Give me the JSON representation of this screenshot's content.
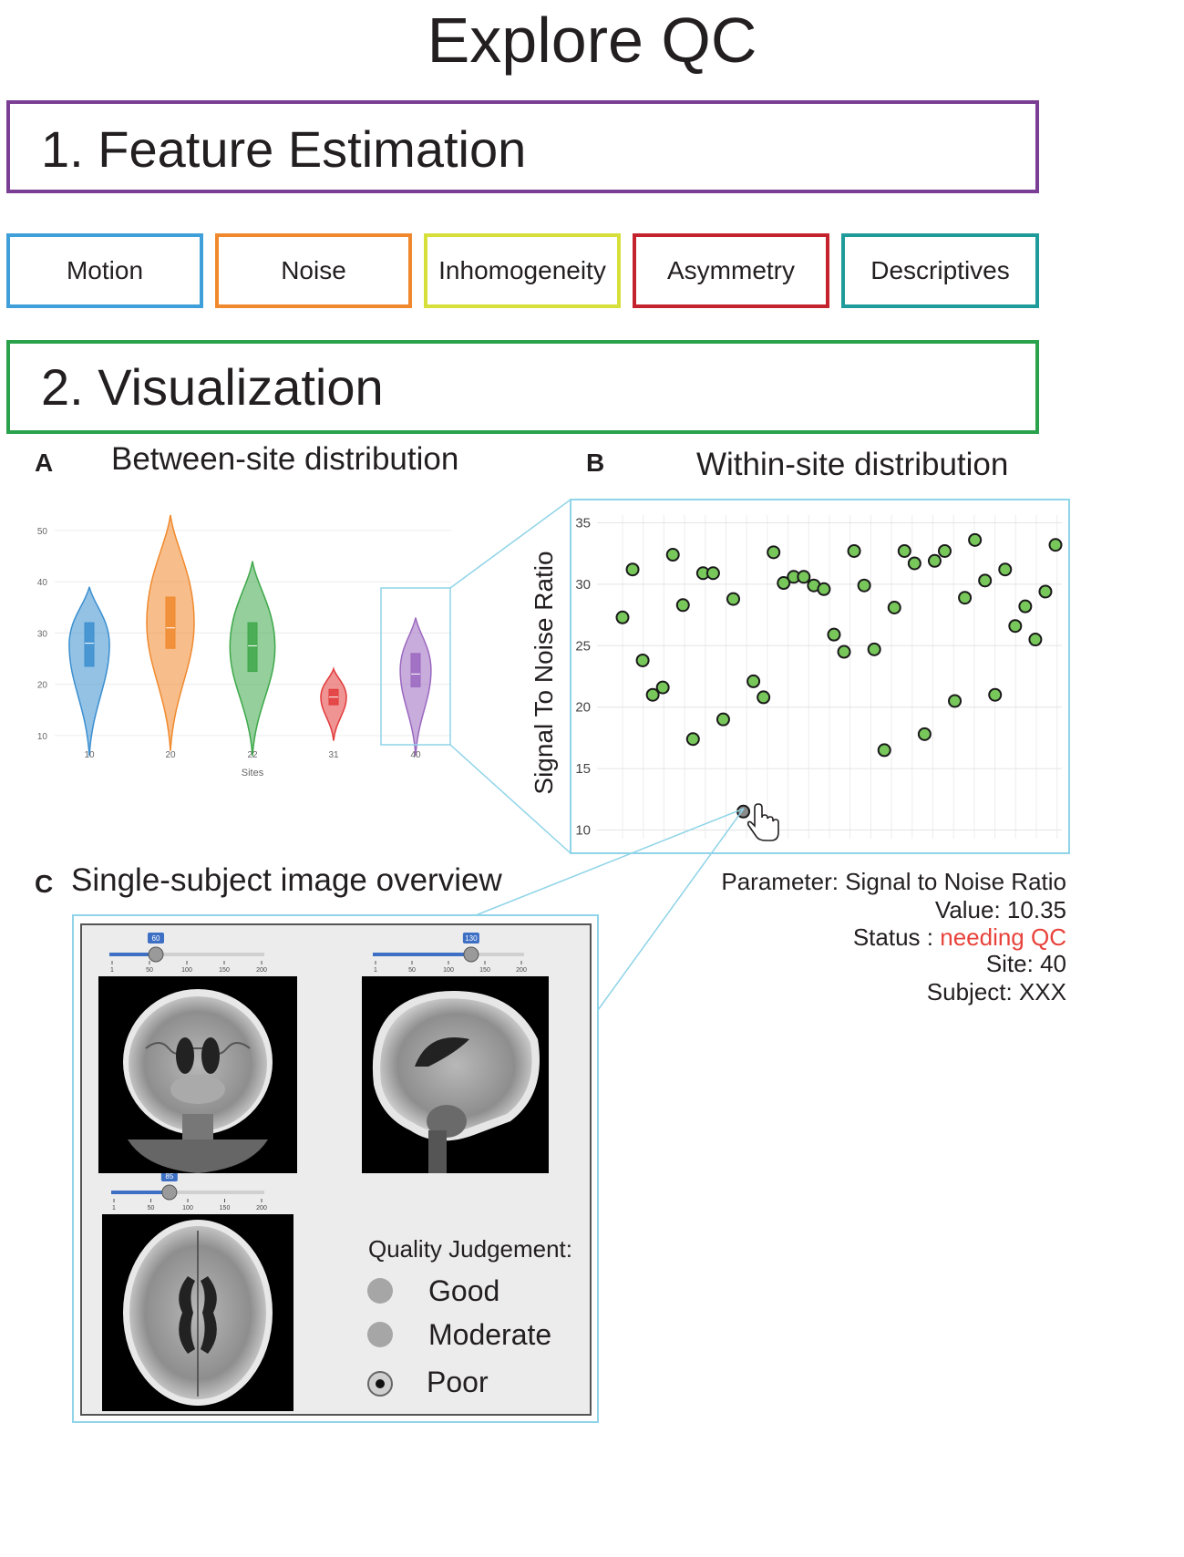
{
  "title": "Explore QC",
  "sections": {
    "feature_estimation": "1. Feature Estimation",
    "visualization": "2. Visualization"
  },
  "features": [
    {
      "label": "Motion",
      "color": "#3f9fd8"
    },
    {
      "label": "Noise",
      "color": "#f0892d"
    },
    {
      "label": "Inhomogeneity",
      "color": "#d7df3a"
    },
    {
      "label": "Asymmetry",
      "color": "#c4232d"
    },
    {
      "label": "Descriptives",
      "color": "#1f9b9b"
    }
  ],
  "panels": {
    "a": {
      "letter": "A",
      "title": "Between-site distribution"
    },
    "b": {
      "letter": "B",
      "title": "Within-site distribution"
    },
    "c": {
      "letter": "C",
      "title": "Single-subject image overview"
    }
  },
  "info": {
    "parameter": "Parameter: Signal to Noise Ratio",
    "value": "Value: 10.35",
    "status_prefix": "Status : ",
    "status_value": "needing QC",
    "status_color": "#e8423b",
    "site": "Site: 40",
    "subject": "Subject: XXX"
  },
  "quality": {
    "label": "Quality Judgement:",
    "options": [
      "Good",
      "Moderate",
      "Poor"
    ],
    "selected": "Poor"
  },
  "sliders": [
    {
      "value": "60",
      "ticks": [
        "1",
        "50",
        "100",
        "150",
        "200"
      ],
      "fraction": 0.3
    },
    {
      "value": "130",
      "ticks": [
        "1",
        "50",
        "100",
        "150",
        "200"
      ],
      "fraction": 0.65
    },
    {
      "value": "85",
      "ticks": [
        "1",
        "50",
        "100",
        "150",
        "200"
      ],
      "fraction": 0.38
    }
  ],
  "chart_data": [
    {
      "type": "violin",
      "xlabel": "Sites",
      "ylabel": "",
      "ylim": [
        5,
        53
      ],
      "yticks": [
        10,
        20,
        30,
        40,
        50
      ],
      "grid": true,
      "categories": [
        "10",
        "20",
        "22",
        "31",
        "40"
      ],
      "colors": [
        "#3b8fd0",
        "#f0892d",
        "#3ea84a",
        "#e23b3b",
        "#9b68c0"
      ],
      "series": [
        {
          "site": "10",
          "min": 6,
          "max": 39,
          "q1": 23.5,
          "median": 28,
          "q3": 32
        },
        {
          "site": "20",
          "min": 7,
          "max": 53,
          "q1": 27,
          "median": 31,
          "q3": 37
        },
        {
          "site": "22",
          "min": 6,
          "max": 44,
          "q1": 22.5,
          "median": 27.5,
          "q3": 32
        },
        {
          "site": "31",
          "min": 9,
          "max": 23,
          "q1": 16,
          "median": 17.5,
          "q3": 19
        },
        {
          "site": "40",
          "min": 6,
          "max": 33,
          "q1": 19.5,
          "median": 22,
          "q3": 26
        }
      ]
    },
    {
      "type": "scatter",
      "ylabel": "Signal To Noise Ratio",
      "xlabel": "",
      "ylim": [
        9,
        36
      ],
      "yticks": [
        10,
        15,
        20,
        25,
        30,
        35
      ],
      "grid": true,
      "point_color": "#77c75a",
      "highlight_color": "#8a8a8a",
      "points": [
        [
          1,
          27.3
        ],
        [
          2,
          31.2
        ],
        [
          3,
          23.8
        ],
        [
          4,
          21.0
        ],
        [
          5,
          21.6
        ],
        [
          6,
          32.4
        ],
        [
          7,
          28.3
        ],
        [
          8,
          17.4
        ],
        [
          9,
          30.9
        ],
        [
          10,
          30.9
        ],
        [
          11,
          19.0
        ],
        [
          12,
          28.8
        ],
        [
          13,
          11.5
        ],
        [
          14,
          22.1
        ],
        [
          15,
          20.8
        ],
        [
          16,
          32.6
        ],
        [
          17,
          30.1
        ],
        [
          18,
          30.6
        ],
        [
          19,
          30.6
        ],
        [
          20,
          29.9
        ],
        [
          21,
          29.6
        ],
        [
          22,
          25.9
        ],
        [
          23,
          24.5
        ],
        [
          24,
          32.7
        ],
        [
          25,
          29.9
        ],
        [
          26,
          24.7
        ],
        [
          27,
          16.5
        ],
        [
          28,
          28.1
        ],
        [
          29,
          32.7
        ],
        [
          30,
          31.7
        ],
        [
          31,
          17.8
        ],
        [
          32,
          31.9
        ],
        [
          33,
          32.7
        ],
        [
          34,
          20.5
        ],
        [
          35,
          28.9
        ],
        [
          36,
          33.6
        ],
        [
          37,
          30.3
        ],
        [
          38,
          21.0
        ],
        [
          39,
          31.2
        ],
        [
          40,
          26.6
        ],
        [
          41,
          28.2
        ],
        [
          42,
          25.5
        ],
        [
          43,
          29.4
        ],
        [
          44,
          33.2
        ]
      ],
      "highlight_index": 12
    }
  ]
}
